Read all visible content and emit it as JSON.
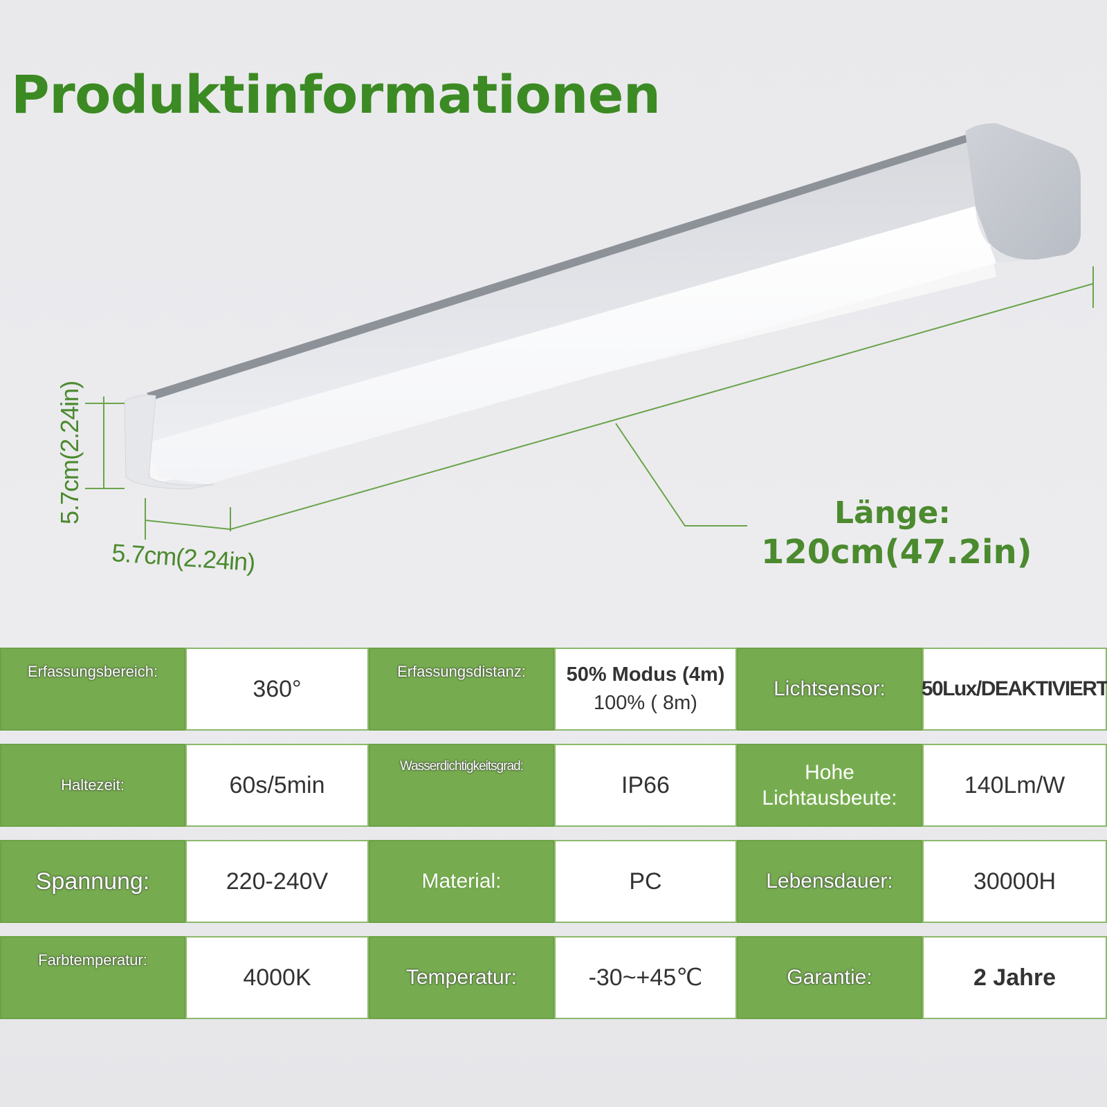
{
  "title": "Produktinformationen",
  "dimensions": {
    "width_label": "5.7cm(2.24in)",
    "height_label": "5.7cm(2.24in)",
    "length_label_line1": "Länge:",
    "length_label_line2": "120cm(47.2in)"
  },
  "colors": {
    "accent_green": "#3c8a23",
    "label_bg": "#76ac4f",
    "dim_line": "#6aa34a"
  },
  "specs": [
    [
      {
        "label": "Erfassungsbereich:",
        "value": "360°"
      },
      {
        "label": "Erfassungsdistanz:",
        "value_line1": "50% Modus (4m)",
        "value_line2": "100% ( 8m)"
      },
      {
        "label": "Lichtsensor:",
        "value": "50Lux/DEAKTIVIERT"
      }
    ],
    [
      {
        "label": "Haltezeit:",
        "value": "60s/5min"
      },
      {
        "label": "Wasserdichtigkeitsgrad:",
        "value": "IP66"
      },
      {
        "label_line1": "Hohe",
        "label_line2": "Lichtausbeute:",
        "value": "140Lm/W"
      }
    ],
    [
      {
        "label": "Spannung:",
        "value": "220-240V"
      },
      {
        "label": "Material:",
        "value": "PC"
      },
      {
        "label": "Lebensdauer:",
        "value": "30000H"
      }
    ],
    [
      {
        "label": "Farbtemperatur:",
        "value": "4000K"
      },
      {
        "label": "Temperatur:",
        "value": "-30~+45℃"
      },
      {
        "label": "Garantie:",
        "value": "2 Jahre"
      }
    ]
  ]
}
